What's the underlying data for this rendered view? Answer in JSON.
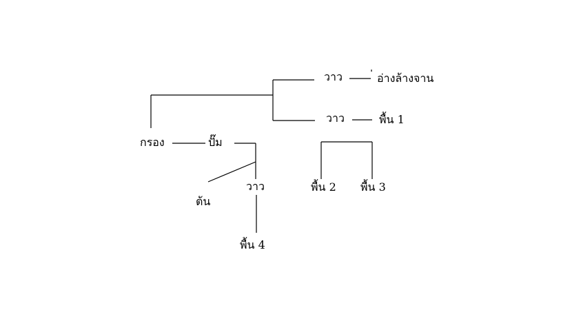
{
  "diagram": {
    "nodes": {
      "valve_top": "วาว",
      "sink": "อ่างล้างจาน",
      "valve_mid": "วาว",
      "floor_1": "พื้น 1",
      "filter": "กรอง",
      "pump": "ปั๊ม",
      "floor_2": "พื้น 2",
      "floor_3": "พื้น 3",
      "tree": "ต้น",
      "valve_low": "วาว",
      "floor_4": "พื้น  4"
    },
    "colors": {
      "line": "#000000",
      "text": "#000000",
      "background": "#ffffff"
    }
  }
}
